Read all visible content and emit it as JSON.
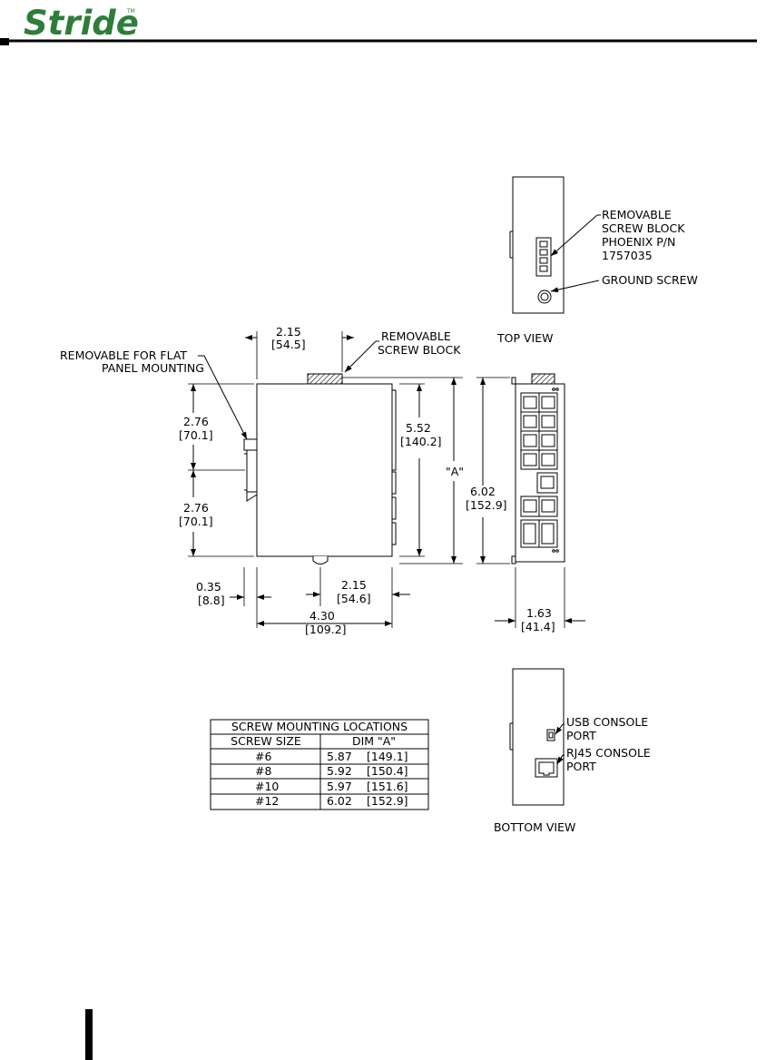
{
  "header": {
    "logo_text": "Stride",
    "logo_tm": "TM"
  },
  "top_view": {
    "callout_screw_block": [
      "REMOVABLE",
      "SCREW BLOCK",
      "PHOENIX P/N",
      "1757035"
    ],
    "callout_ground": "GROUND SCREW",
    "caption": "TOP VIEW"
  },
  "side_view": {
    "callout_flat_panel": [
      "REMOVABLE FOR FLAT",
      "PANEL MOUNTING"
    ],
    "callout_screw_block": [
      "REMOVABLE",
      "SCREW BLOCK"
    ],
    "dim_top_width": [
      "2.15",
      "[54.5]"
    ],
    "dim_upper_left": [
      "2.76",
      "[70.1]"
    ],
    "dim_lower_left": [
      "2.76",
      "[70.1]"
    ],
    "dim_height_inner": [
      "5.52",
      "[140.2]"
    ],
    "dim_a": "\"A\"",
    "dim_flange": [
      "0.35",
      "[8.8]"
    ],
    "dim_slot": [
      "2.15",
      "[54.6]"
    ],
    "dim_depth": [
      "4.30",
      "[109.2]"
    ]
  },
  "front_view": {
    "dim_height": [
      "6.02",
      "[152.9]"
    ],
    "dim_width": [
      "1.63",
      "[41.4]"
    ]
  },
  "screw_table": {
    "title": "SCREW MOUNTING LOCATIONS",
    "headers": [
      "SCREW SIZE",
      "DIM \"A\""
    ],
    "rows": [
      [
        "#6",
        "5.87",
        "[149.1]"
      ],
      [
        "#8",
        "5.92",
        "[150.4]"
      ],
      [
        "#10",
        "5.97",
        "[151.6]"
      ],
      [
        "#12",
        "6.02",
        "[152.9]"
      ]
    ]
  },
  "bottom_view": {
    "callout_usb": [
      "USB CONSOLE",
      "PORT"
    ],
    "callout_rj45": [
      "RJ45 CONSOLE",
      "PORT"
    ],
    "caption": "BOTTOM VIEW"
  }
}
